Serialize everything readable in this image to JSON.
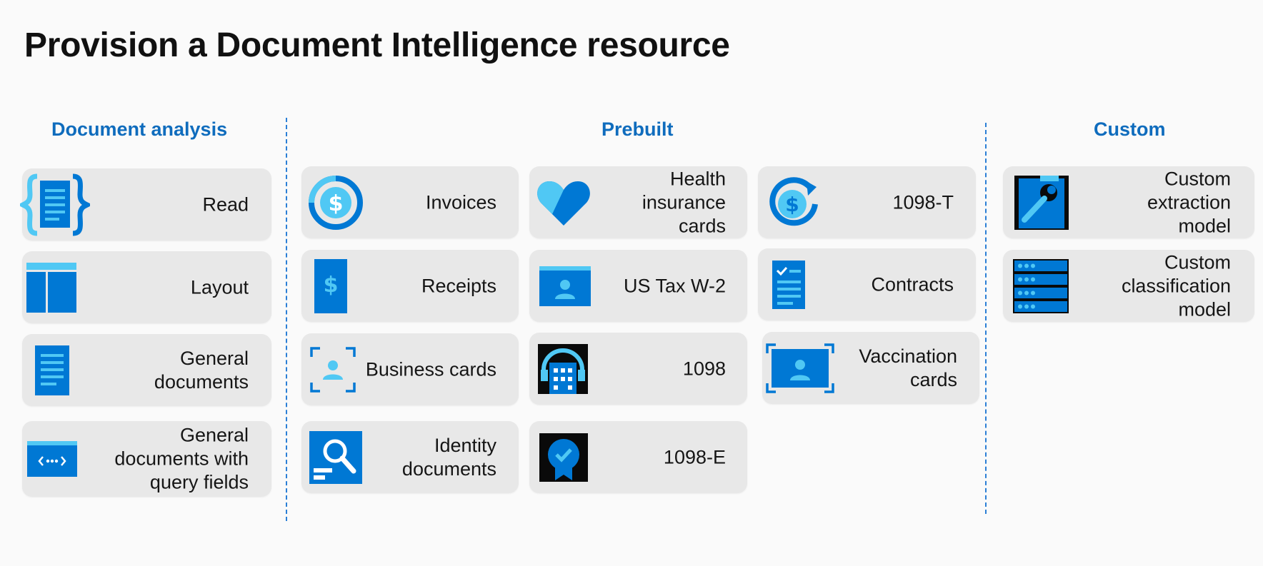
{
  "slide": {
    "title": "Provision a Document Intelligence resource"
  },
  "colors": {
    "accent": "#0f6cbd",
    "icon_blue": "#0078d4",
    "icon_light": "#50c8f4",
    "card_bg": "#e8e8e8"
  },
  "sections": {
    "document_analysis": {
      "heading": "Document analysis",
      "items": [
        {
          "label": "Read",
          "icon": "code-braces-document-icon"
        },
        {
          "label": "Layout",
          "icon": "layout-grid-icon"
        },
        {
          "label": "General\ndocuments",
          "icon": "document-lines-icon"
        },
        {
          "label": "General\ndocuments with\nquery fields",
          "icon": "query-fields-icon"
        }
      ]
    },
    "prebuilt": {
      "heading": "Prebuilt",
      "col1": [
        {
          "label": "Invoices",
          "icon": "dollar-circle-icon"
        },
        {
          "label": "Receipts",
          "icon": "receipt-dollar-icon"
        },
        {
          "label": "Business cards",
          "icon": "business-card-icon"
        },
        {
          "label": "Identity\ndocuments",
          "icon": "identity-search-icon"
        }
      ],
      "col2": [
        {
          "label": "Health\ninsurance\ncards",
          "icon": "heart-icon"
        },
        {
          "label": "US Tax W-2",
          "icon": "id-card-icon"
        },
        {
          "label": "1098",
          "icon": "building-icon"
        },
        {
          "label": "1098-E",
          "icon": "badge-check-icon"
        }
      ],
      "col3": [
        {
          "label": "1098-T",
          "icon": "dollar-refresh-icon"
        },
        {
          "label": "Contracts",
          "icon": "checklist-document-icon"
        },
        {
          "label": "Vaccination\ncards",
          "icon": "vaccination-card-icon"
        }
      ]
    },
    "custom": {
      "heading": "Custom",
      "items": [
        {
          "label": "Custom\nextraction\nmodel",
          "icon": "wrench-document-icon"
        },
        {
          "label": "Custom\nclassification\nmodel",
          "icon": "server-rack-icon"
        }
      ]
    }
  }
}
